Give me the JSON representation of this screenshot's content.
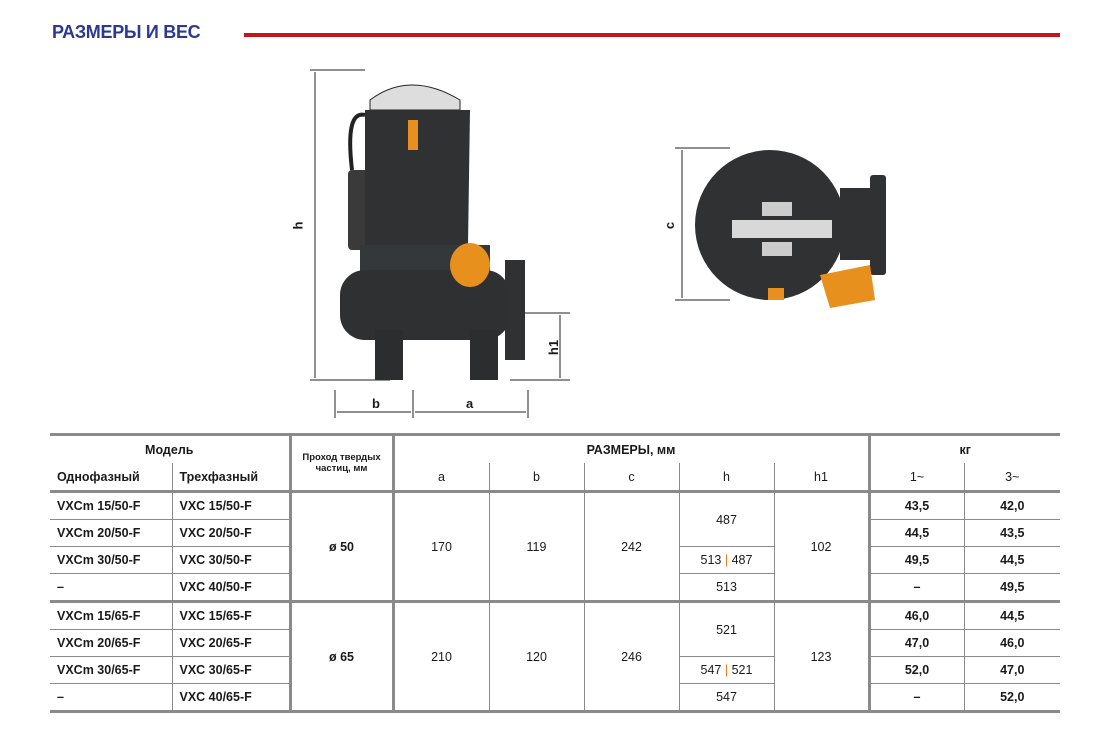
{
  "title": "РАЗМЕРЫ И ВЕС",
  "drawing_labels": {
    "h": "h",
    "h1": "h1",
    "a": "a",
    "b": "b",
    "c": "c"
  },
  "table": {
    "header": {
      "model": "Модель",
      "single_phase": "Однофазный",
      "three_phase": "Трехфазный",
      "solids": "Проход твердых частиц, мм",
      "dimensions": "РАЗМЕРЫ, мм",
      "weight": "кг",
      "cols": [
        "a",
        "b",
        "c",
        "h",
        "h1"
      ],
      "weight_cols": [
        "1~",
        "3~"
      ]
    },
    "groups": [
      {
        "solids": "ø 50",
        "a": "170",
        "b": "119",
        "c": "242",
        "h1": "102",
        "h_top": "487",
        "h_mid_1": "513",
        "h_mid_sep": "|",
        "h_mid_2": "487",
        "h_bottom": "513",
        "rows": [
          {
            "single": "VXCm 15/50-F",
            "three": "VXC 15/50-F",
            "w1": "43,5",
            "w3": "42,0"
          },
          {
            "single": "VXCm 20/50-F",
            "three": "VXC 20/50-F",
            "w1": "44,5",
            "w3": "43,5"
          },
          {
            "single": "VXCm 30/50-F",
            "three": "VXC 30/50-F",
            "w1": "49,5",
            "w3": "44,5"
          },
          {
            "single": "–",
            "three": "VXC 40/50-F",
            "w1": "–",
            "w3": "49,5"
          }
        ]
      },
      {
        "solids": "ø 65",
        "a": "210",
        "b": "120",
        "c": "246",
        "h1": "123",
        "h_top": "521",
        "h_mid_1": "547",
        "h_mid_sep": "|",
        "h_mid_2": "521",
        "h_bottom": "547",
        "rows": [
          {
            "single": "VXCm 15/65-F",
            "three": "VXC 15/65-F",
            "w1": "46,0",
            "w3": "44,5"
          },
          {
            "single": "VXCm 20/65-F",
            "three": "VXC 20/65-F",
            "w1": "47,0",
            "w3": "46,0"
          },
          {
            "single": "VXCm 30/65-F",
            "three": "VXC 30/65-F",
            "w1": "52,0",
            "w3": "47,0"
          },
          {
            "single": "–",
            "three": "VXC 40/65-F",
            "w1": "–",
            "w3": "52,0"
          }
        ]
      }
    ]
  }
}
